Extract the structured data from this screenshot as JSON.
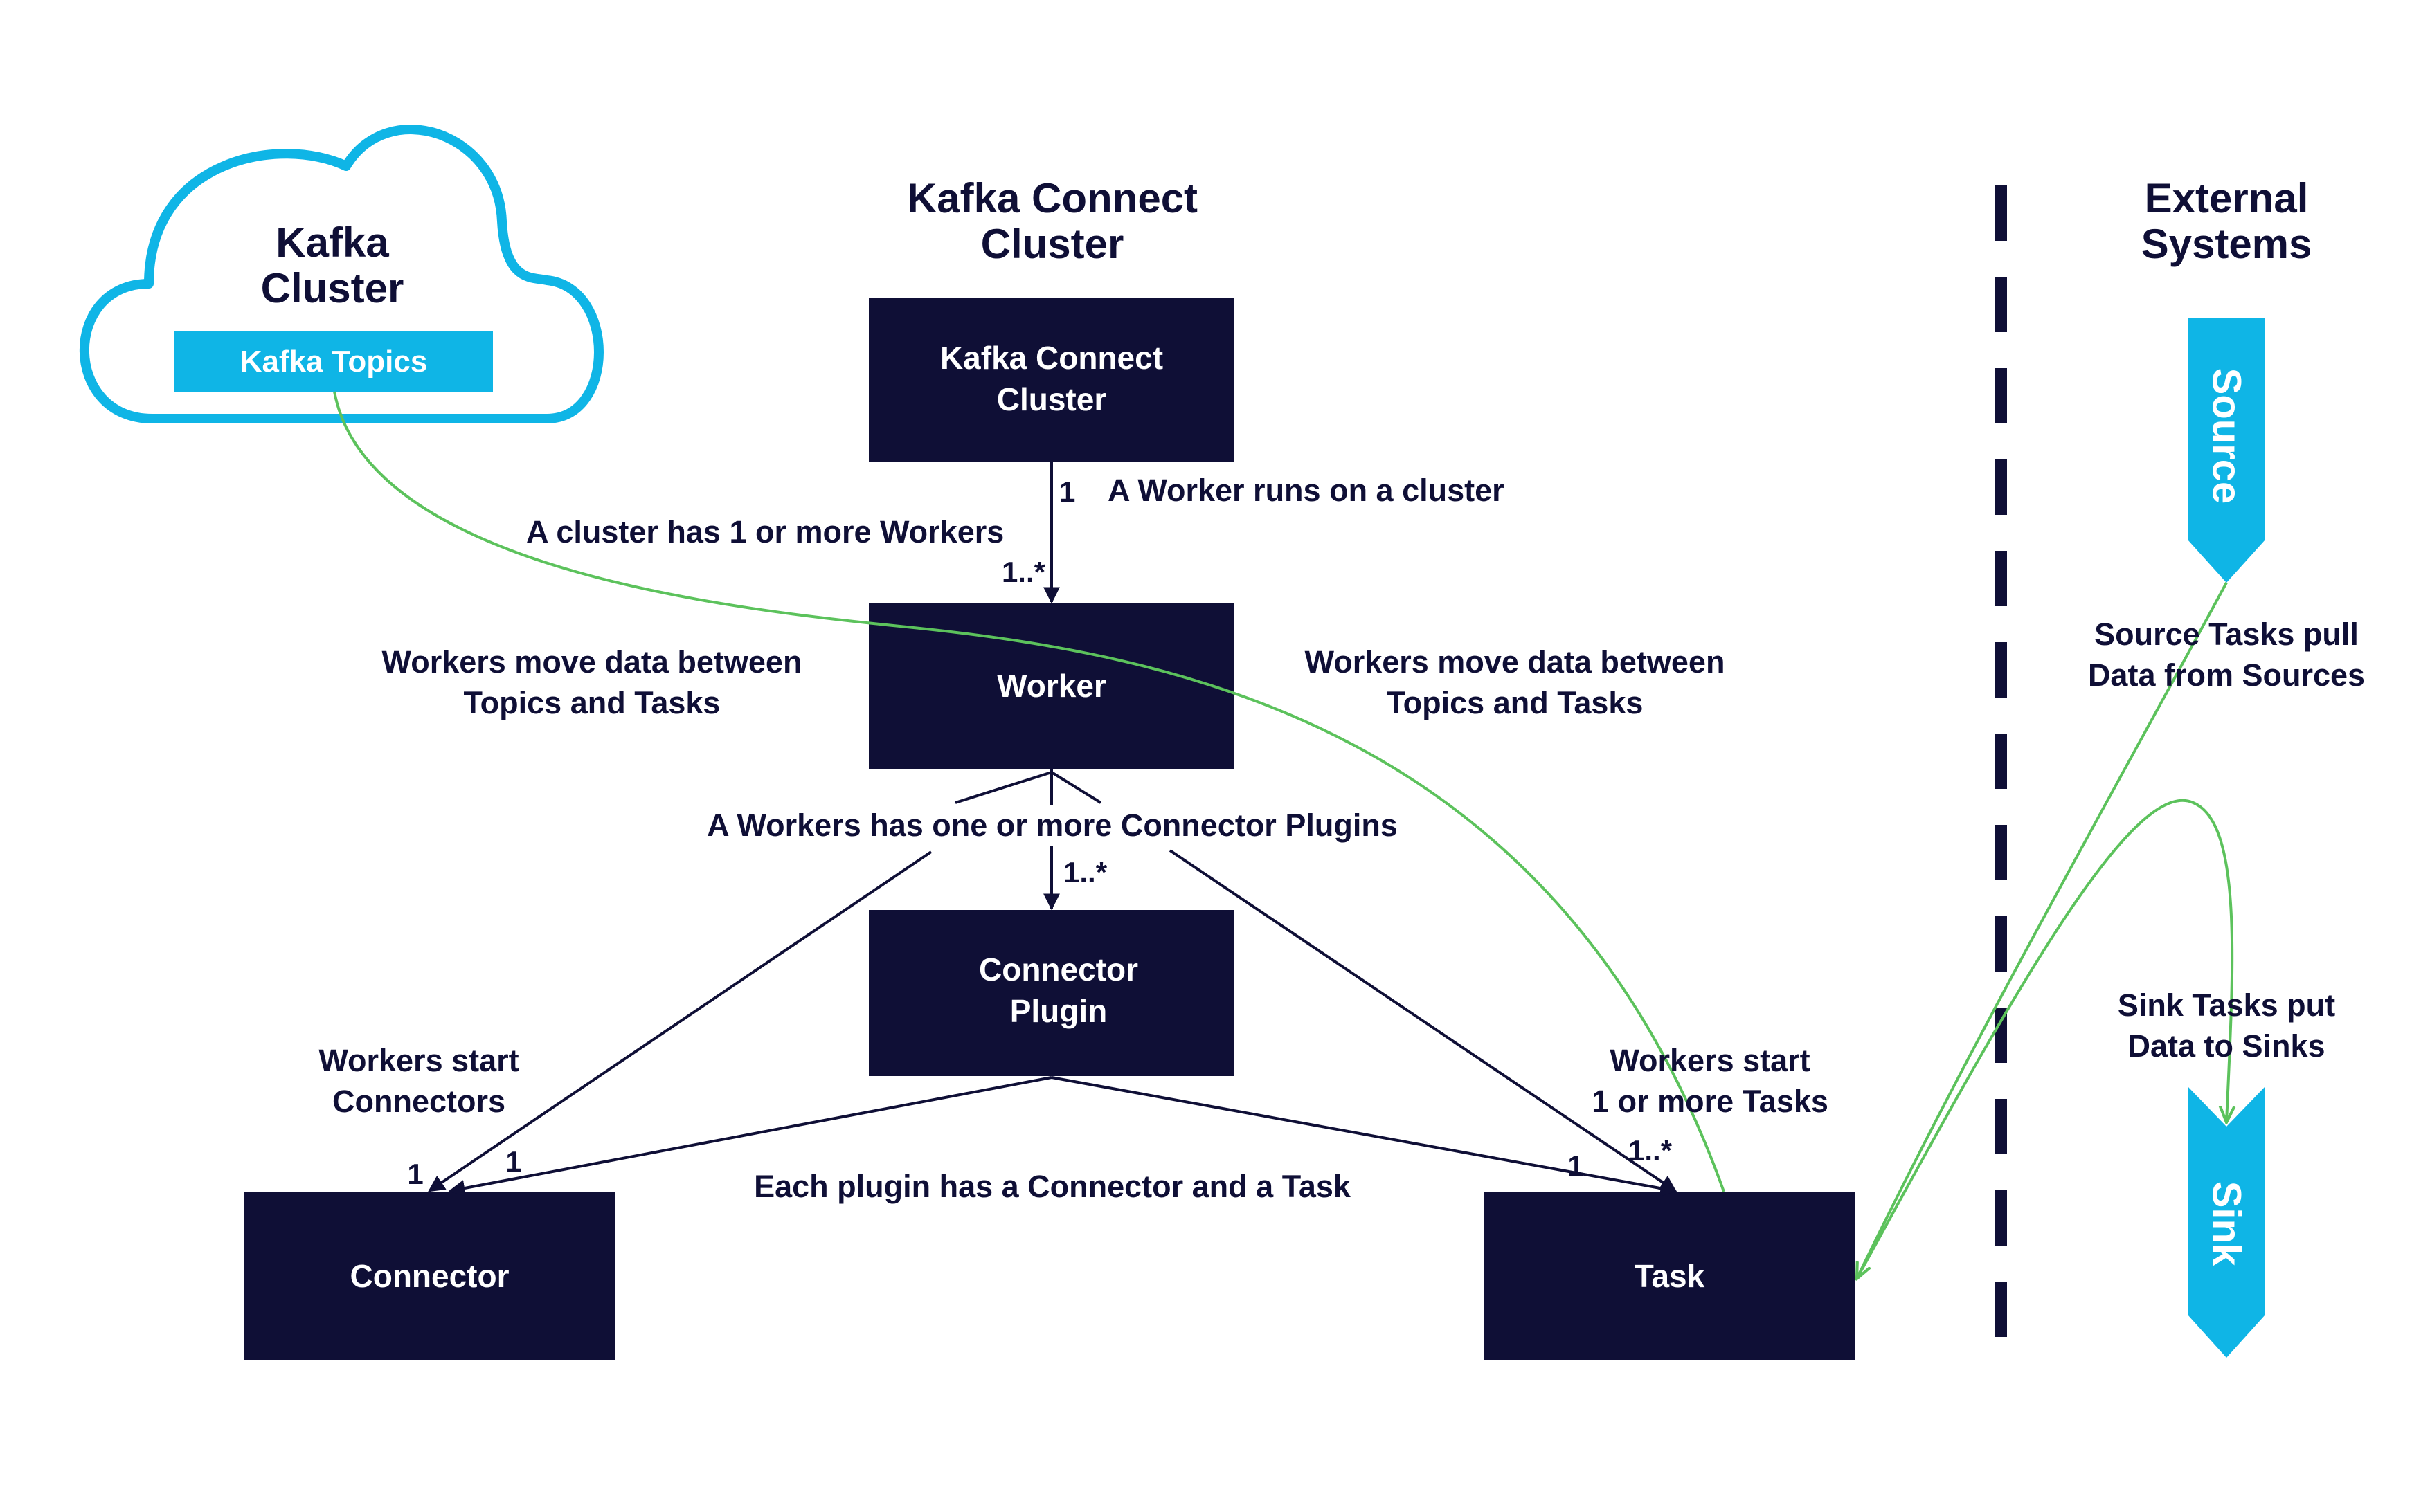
{
  "colors": {
    "navy": "#0f0f36",
    "cyan": "#0fb5e6",
    "green": "#5cc25c",
    "white": "#ffffff"
  },
  "kafka_cluster": {
    "title": "Kafka\nCluster",
    "topics_label": "Kafka Topics"
  },
  "connect_cluster": {
    "heading": "Kafka Connect\nCluster",
    "box_label": "Kafka Connect\nCluster"
  },
  "worker": {
    "label": "Worker"
  },
  "connector_plugin": {
    "label": "Connector\nPlugin"
  },
  "connector": {
    "label": "Connector"
  },
  "task": {
    "label": "Task"
  },
  "external": {
    "heading": "External\nSystems",
    "source_label": "Source",
    "sink_label": "Sink",
    "source_note": "Source Tasks pull\nData from Sources",
    "sink_note": "Sink Tasks put\nData to Sinks"
  },
  "relations": {
    "worker_runs_on_cluster": "A Worker runs on a cluster",
    "cluster_has_workers": "A cluster has 1 or more Workers",
    "workers_move_data_left": "Workers move data between\nTopics and Tasks",
    "workers_move_data_right": "Workers move data between\nTopics and Tasks",
    "worker_has_plugins": "A Workers has one or more Connector Plugins",
    "workers_start_connectors": "Workers start\nConnectors",
    "workers_start_tasks": "Workers start\n1 or more Tasks",
    "plugin_has_connector_task": "Each plugin has a Connector and a Task"
  },
  "multiplicities": {
    "cluster_side": "1",
    "worker_side": "1..*",
    "plugins_side": "1..*",
    "connector_from_worker": "1",
    "connector_from_plugin": "1",
    "task_from_plugin": "1",
    "task_from_worker": "1..*"
  }
}
